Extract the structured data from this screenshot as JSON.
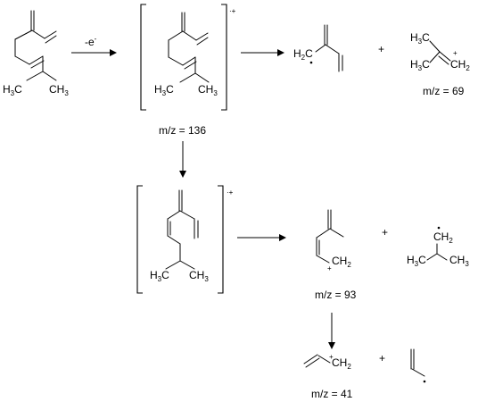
{
  "reagent": "-e",
  "reagent_sup": "-",
  "radical_cation_sign": "·+",
  "plus_sign": "+",
  "plus_charge": "+",
  "atoms": {
    "h3c_prefix": "H",
    "h3c_sub": "3",
    "h3c_c": "C",
    "ch3_c": "CH",
    "ch3_sub": "3",
    "h2c_prefix": "H",
    "h2c_sub": "2",
    "h2c_c": "C",
    "ch2_c": "CH",
    "ch2_sub": "2"
  },
  "captions": {
    "parent_mz": "m/z = 136",
    "frag69_mz": "m/z = 69",
    "frag93_mz": "m/z = 93",
    "frag41_mz": "m/z = 41"
  },
  "colors": {
    "ink": "#000000",
    "background": "#ffffff"
  }
}
